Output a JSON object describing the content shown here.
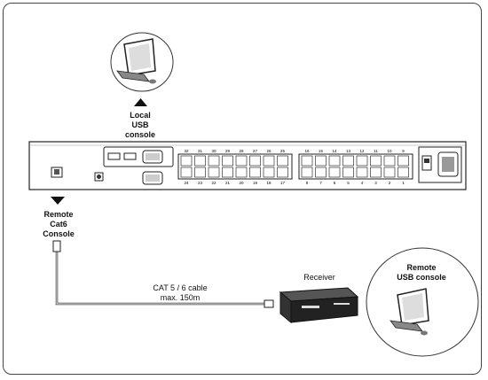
{
  "local_console": {
    "line1": "Local",
    "line2": "USB",
    "line3": "console"
  },
  "remote_cat6": {
    "line1": "Remote",
    "line2": "Cat6",
    "line3": "Console"
  },
  "cable": {
    "line1": "CAT 5 / 6 cable",
    "line2": "max. 150m"
  },
  "receiver": {
    "label": "Receiver"
  },
  "remote_usb": {
    "line1": "Remote",
    "line2": "USB console"
  },
  "ports": {
    "top_left": [
      "32",
      "31",
      "30",
      "29",
      "28",
      "27",
      "26",
      "25"
    ],
    "bottom_left": [
      "24",
      "23",
      "22",
      "21",
      "20",
      "19",
      "18",
      "17"
    ],
    "top_right": [
      "16",
      "15",
      "14",
      "13",
      "12",
      "11",
      "10",
      "9"
    ],
    "bottom_right": [
      "8",
      "7",
      "6",
      "5",
      "4",
      "3",
      "2",
      "1"
    ]
  }
}
